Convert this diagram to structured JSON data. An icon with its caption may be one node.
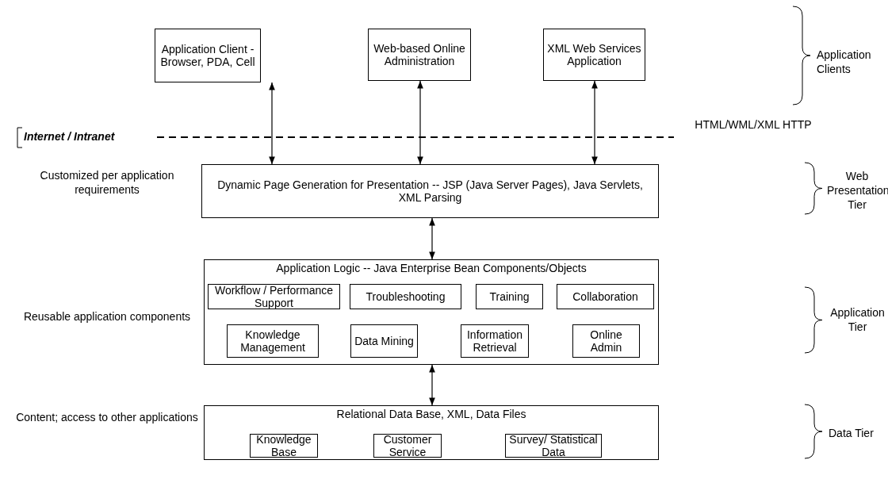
{
  "diagram": {
    "nodes": [
      {
        "text": [
          "Application Client - Browser, PDA, Cell"
        ]
      },
      {
        "text": [
          "Web-based Online Administration"
        ]
      },
      {
        "text": [
          "XML Web Services Application"
        ]
      },
      {
        "text": [
          "Dynamic Page Generation for Presentation -- JSP (Java Server Pages), Java Servlets, XML Parsing"
        ]
      },
      {
        "text": [
          "Application Logic -- Java Enterprise Bean Components/Objects"
        ]
      },
      {
        "text": [
          "Workflow / Performance Support"
        ],
        "in": 4
      },
      {
        "text": [
          "Troubleshooting"
        ],
        "in": 4
      },
      {
        "text": [
          "Training"
        ],
        "in": 4
      },
      {
        "text": [
          "Collaboration"
        ],
        "in": 4
      },
      {
        "text": [
          "Knowledge Management"
        ],
        "in": 4
      },
      {
        "text": [
          "Data Mining"
        ],
        "in": 4
      },
      {
        "text": [
          "Information Retrieval"
        ],
        "in": 4
      },
      {
        "text": [
          "Online Admin"
        ],
        "in": 4
      },
      {
        "text": [
          "Relational Data Base, XML, Data Files"
        ]
      },
      {
        "text": [
          "Knowledge Base"
        ],
        "in": 13
      },
      {
        "text": [
          "Customer Service"
        ],
        "in": 13
      },
      {
        "text": [
          "Survey/ Statistical Data"
        ],
        "in": 13
      }
    ],
    "edges": [
      {
        "from": 0,
        "to": 3,
        "arrow": "both"
      },
      {
        "from": 1,
        "to": 3,
        "arrow": "both"
      },
      {
        "from": 2,
        "to": 3,
        "arrow": "both"
      },
      {
        "from": 3,
        "to": 4,
        "arrow": "both"
      },
      {
        "from": 4,
        "to": 13,
        "arrow": "both"
      }
    ],
    "labels": [
      "Internet / Intranet",
      "HTML/WML/XML HTTP",
      "Application Clients",
      "Customized per application requirements",
      "Web Presentation Tier",
      "Reusable application components",
      "Application Tier",
      "Content; access to other applications",
      "Data Tier"
    ]
  }
}
